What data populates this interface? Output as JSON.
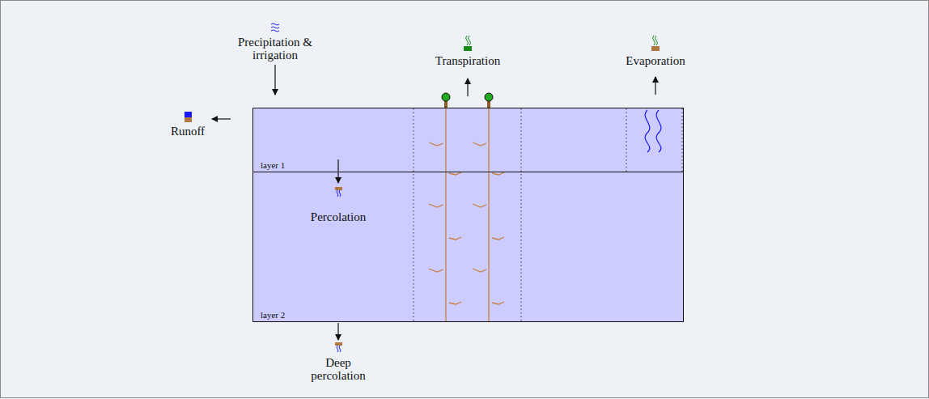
{
  "diagram": {
    "nodes": [
      {
        "text": [
          "layer 1"
        ]
      },
      {
        "text": [
          "layer 2"
        ]
      }
    ],
    "edges": [
      {
        "from": 0,
        "to": 1,
        "arrow": "to"
      }
    ],
    "labels": [
      "Precipitation & irrigation",
      "Transpiration",
      "Evaporation",
      "Runoff",
      "Percolation",
      "Deep percolation"
    ]
  }
}
